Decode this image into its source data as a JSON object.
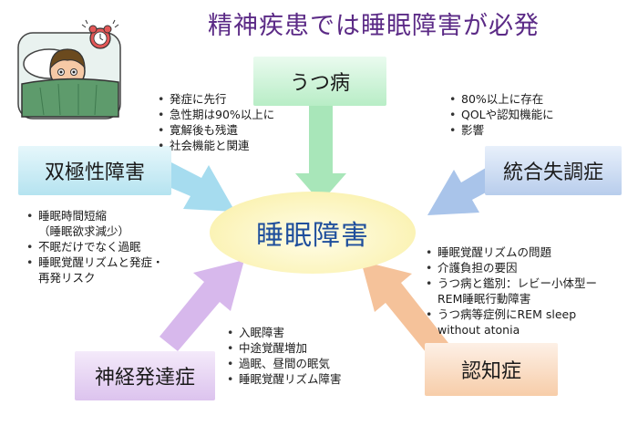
{
  "title": "精神疾患では睡眠障害が必発",
  "center": {
    "label": "睡眠障害"
  },
  "boxes": {
    "utsu": "うつ病",
    "bipolar": "双極性障害",
    "schizo": "統合失調症",
    "neuro": "神経発達症",
    "dementia": "認知症"
  },
  "notes": {
    "utsu": [
      "発症に先行",
      "急性期は90%以上に",
      "寛解後も残遺",
      "社会機能と関連"
    ],
    "schizo": [
      "80%以上に存在",
      "QOLや認知機能に",
      "影響"
    ],
    "bipolar": [
      "睡眠時間短縮",
      "（睡眠欲求減少）",
      "不眠だけでなく過眠",
      "睡眠覚醒リズムと発症・",
      "再発リスク"
    ],
    "dementia": [
      "睡眠覚醒リズムの問題",
      "介護負担の要因",
      "うつ病と鑑別：レビー小体型ー",
      "REM睡眠行動障害",
      "うつ病等症例にREM sleep",
      "without atonia"
    ],
    "neuro": [
      "入眠障害",
      "中途覚醒増加",
      "過眠、昼間の眠気",
      "睡眠覚醒リズム障害"
    ]
  },
  "colors": {
    "title": "#5b2a86",
    "center_text": "#1f4f9c",
    "arrow_utsu": "#a8e6b9",
    "arrow_bipolar": "#a6dcef",
    "arrow_schizo": "#a9c4ea",
    "arrow_neuro": "#d7b8ec",
    "arrow_dementia": "#f5c29a"
  }
}
